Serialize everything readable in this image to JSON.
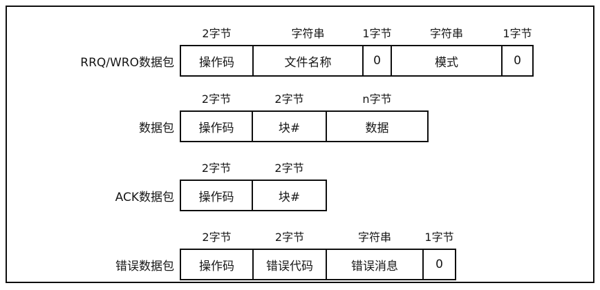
{
  "diagram": {
    "description_type": "packet-format-diagram",
    "rows": [
      {
        "label": "RRQ/WRO数据包",
        "cells": [
          {
            "size": "2字节",
            "field": "操作码"
          },
          {
            "size": "字符串",
            "field": "文件名称"
          },
          {
            "size": "1字节",
            "field": "0"
          },
          {
            "size": "字符串",
            "field": "模式"
          },
          {
            "size": "1字节",
            "field": "0"
          }
        ]
      },
      {
        "label": "数据包",
        "cells": [
          {
            "size": "2字节",
            "field": "操作码"
          },
          {
            "size": "2字节",
            "field": "块#"
          },
          {
            "size": "n字节",
            "field": "数据"
          }
        ]
      },
      {
        "label": "ACK数据包",
        "cells": [
          {
            "size": "2字节",
            "field": "操作码"
          },
          {
            "size": "2字节",
            "field": "块#"
          }
        ]
      },
      {
        "label": "错误数据包",
        "cells": [
          {
            "size": "2字节",
            "field": "操作码"
          },
          {
            "size": "2字节",
            "field": "错误代码"
          },
          {
            "size": "字符串",
            "field": "错误消息"
          },
          {
            "size": "1字节",
            "field": "0"
          }
        ]
      }
    ],
    "colors": {
      "border": "#0d0d0d",
      "text": "#161616",
      "background": "#ffffff"
    }
  }
}
